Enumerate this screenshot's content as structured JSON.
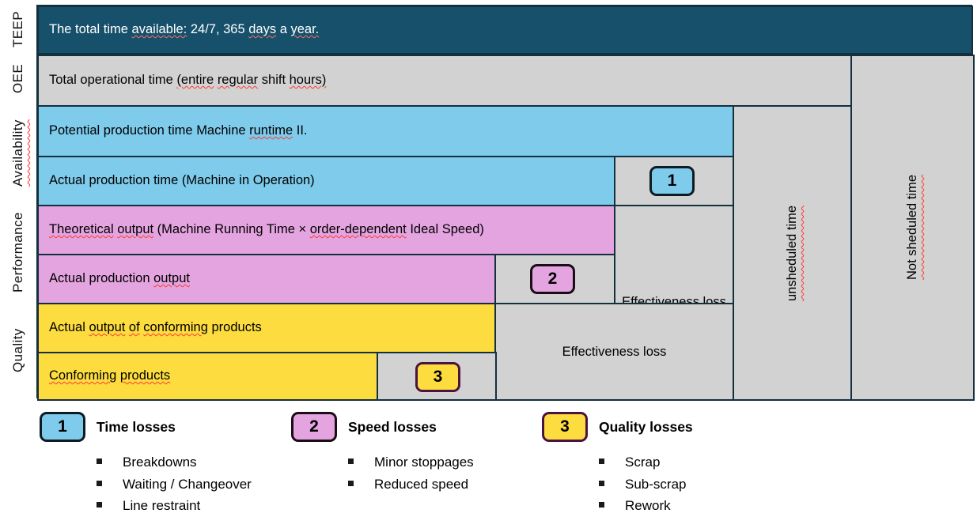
{
  "side_labels": [
    {
      "name": "teep",
      "text": "TEEP",
      "spell": false
    },
    {
      "name": "oee",
      "text": "OEE",
      "spell": false
    },
    {
      "name": "availability",
      "text": "Availability",
      "spell": true
    },
    {
      "name": "performance",
      "text": "Performance",
      "spell": false
    },
    {
      "name": "quality",
      "text": "Quality",
      "spell": false
    }
  ],
  "rows": {
    "total_time": "The total time available: 24/7, 365 days a year.",
    "total_operational_time": "Total operational time (entire regular shift hours)",
    "potential_production_time": "Potential production time Machine runtime II.",
    "actual_production_time": "Actual production time (Machine in Operation)",
    "theoretical_output": "Theoretical output (Machine Running Time × order-dependent Ideal Speed)",
    "actual_production_output": "Actual production output",
    "actual_output_conforming": "Actual output of conforming products",
    "conforming_products": "Conforming products"
  },
  "loss_cells": {
    "effectiveness_loss": "Effectiveness loss",
    "unsheduled_time": "unsheduled time",
    "not_sheduled_time": "Not sheduled time"
  },
  "badges": {
    "one": "1",
    "two": "2",
    "three": "3"
  },
  "legend": [
    {
      "badge": "1",
      "title": "Time losses",
      "items": [
        "Breakdowns",
        "Waiting / Changeover",
        "Line restraint"
      ]
    },
    {
      "badge": "2",
      "title": "Speed losses",
      "items": [
        "Minor stoppages",
        "Reduced speed"
      ]
    },
    {
      "badge": "3",
      "title": "Quality losses",
      "items": [
        "Scrap",
        "Sub-scrap",
        "Rework"
      ]
    }
  ],
  "colors": {
    "teal": "#17506b",
    "blue": "#7ecbeb",
    "pink": "#e4a4e0",
    "yellow": "#fcdc3f",
    "gray": "#d2d2d2",
    "outline": "#13303f"
  }
}
